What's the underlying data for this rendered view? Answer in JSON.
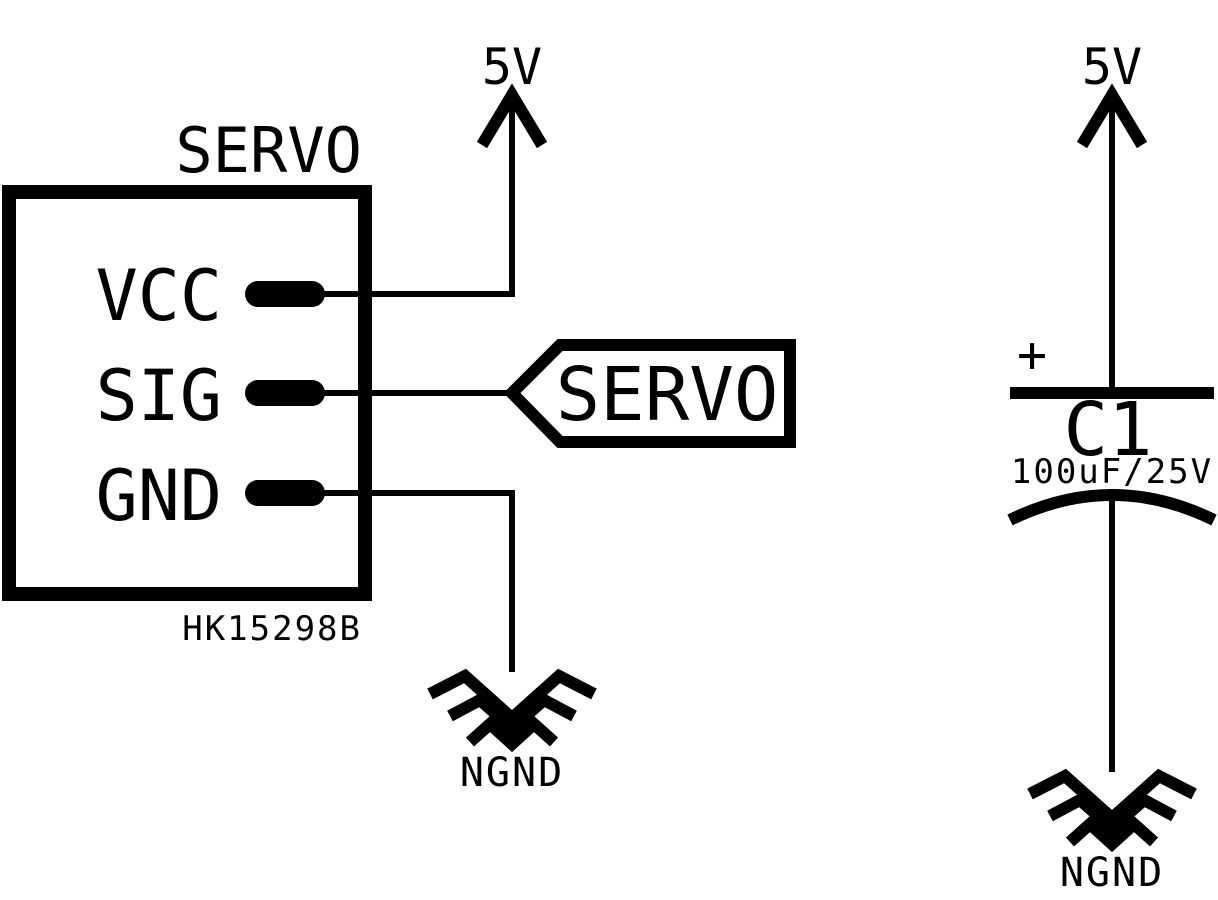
{
  "servo": {
    "name": "SERVO",
    "part_number": "HK15298B",
    "pins": [
      {
        "label": "VCC"
      },
      {
        "label": "SIG"
      },
      {
        "label": "GND"
      }
    ]
  },
  "power_left": {
    "label": "5V"
  },
  "net_label": {
    "text": "SERVO"
  },
  "ground_left": {
    "label": "NGND"
  },
  "capacitor": {
    "ref": "C1",
    "value": "100uF/25V",
    "polarity": "+"
  },
  "power_right": {
    "label": "5V"
  },
  "ground_right": {
    "label": "NGND"
  },
  "colors": {
    "ink": "#000000",
    "background": "#ffffff"
  }
}
